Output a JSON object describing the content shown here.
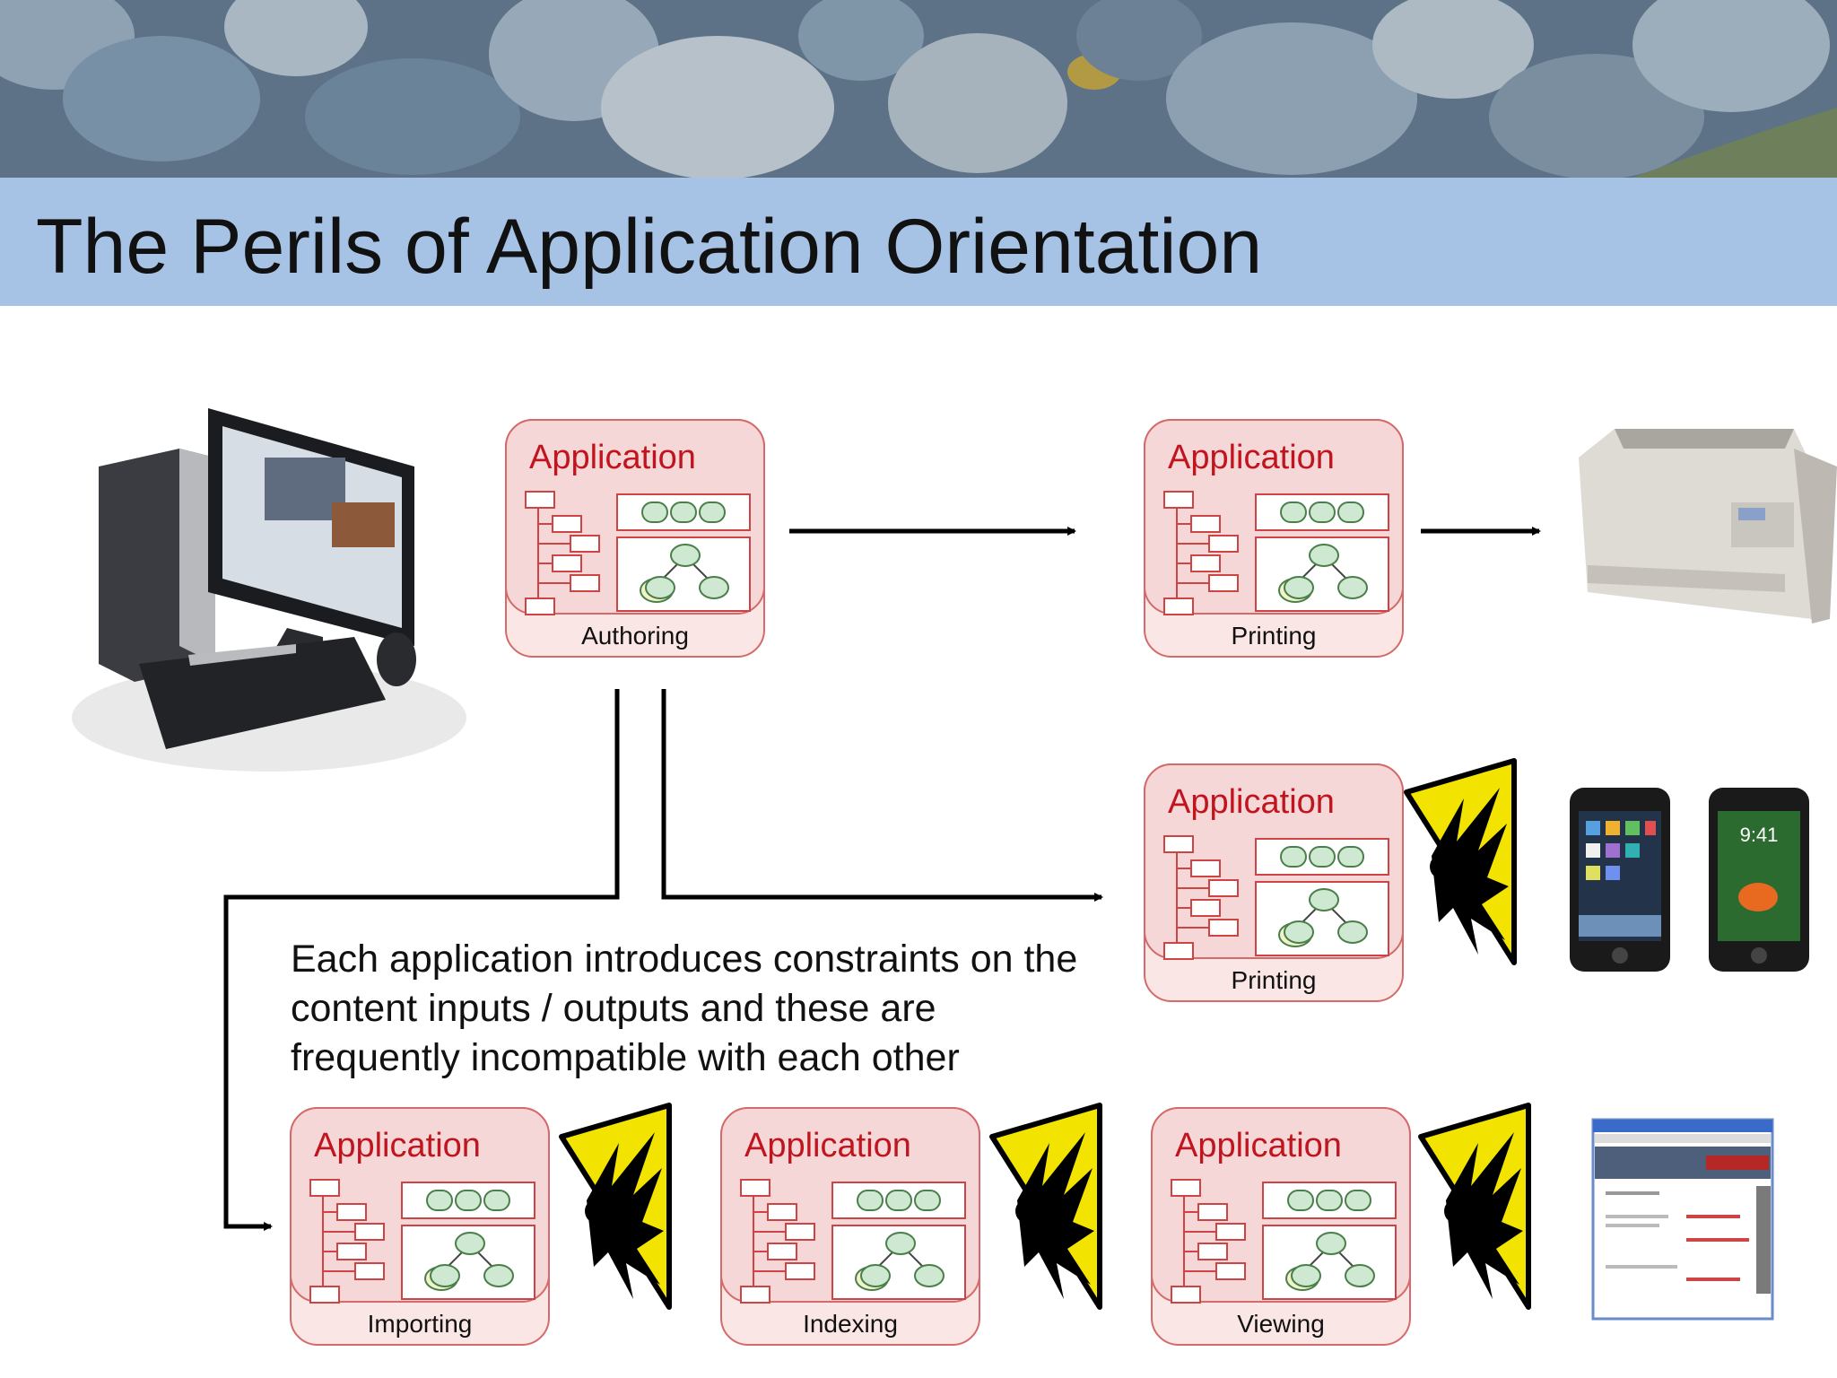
{
  "slide": {
    "title": "The Perils of Application Orientation",
    "description": "Each application introduces constraints on the content inputs / outputs and these are frequently incompatible with each other"
  },
  "applications": [
    {
      "id": "authoring",
      "title": "Application",
      "label": "Authoring"
    },
    {
      "id": "printing",
      "title": "Application",
      "label": "Printing"
    },
    {
      "id": "printing-mobile",
      "title": "Application",
      "label": "Printing"
    },
    {
      "id": "importing",
      "title": "Application",
      "label": "Importing"
    },
    {
      "id": "indexing",
      "title": "Application",
      "label": "Indexing"
    },
    {
      "id": "viewing",
      "title": "Application",
      "label": "Viewing"
    }
  ],
  "devices": {
    "phone_clock": "9:41"
  },
  "colors": {
    "title_bar": "#a6c3e6",
    "app_fill": "#f6dcdc",
    "app_border": "#d46a6a",
    "app_title": "#c0141e",
    "warning_yellow": "#f2e400"
  }
}
